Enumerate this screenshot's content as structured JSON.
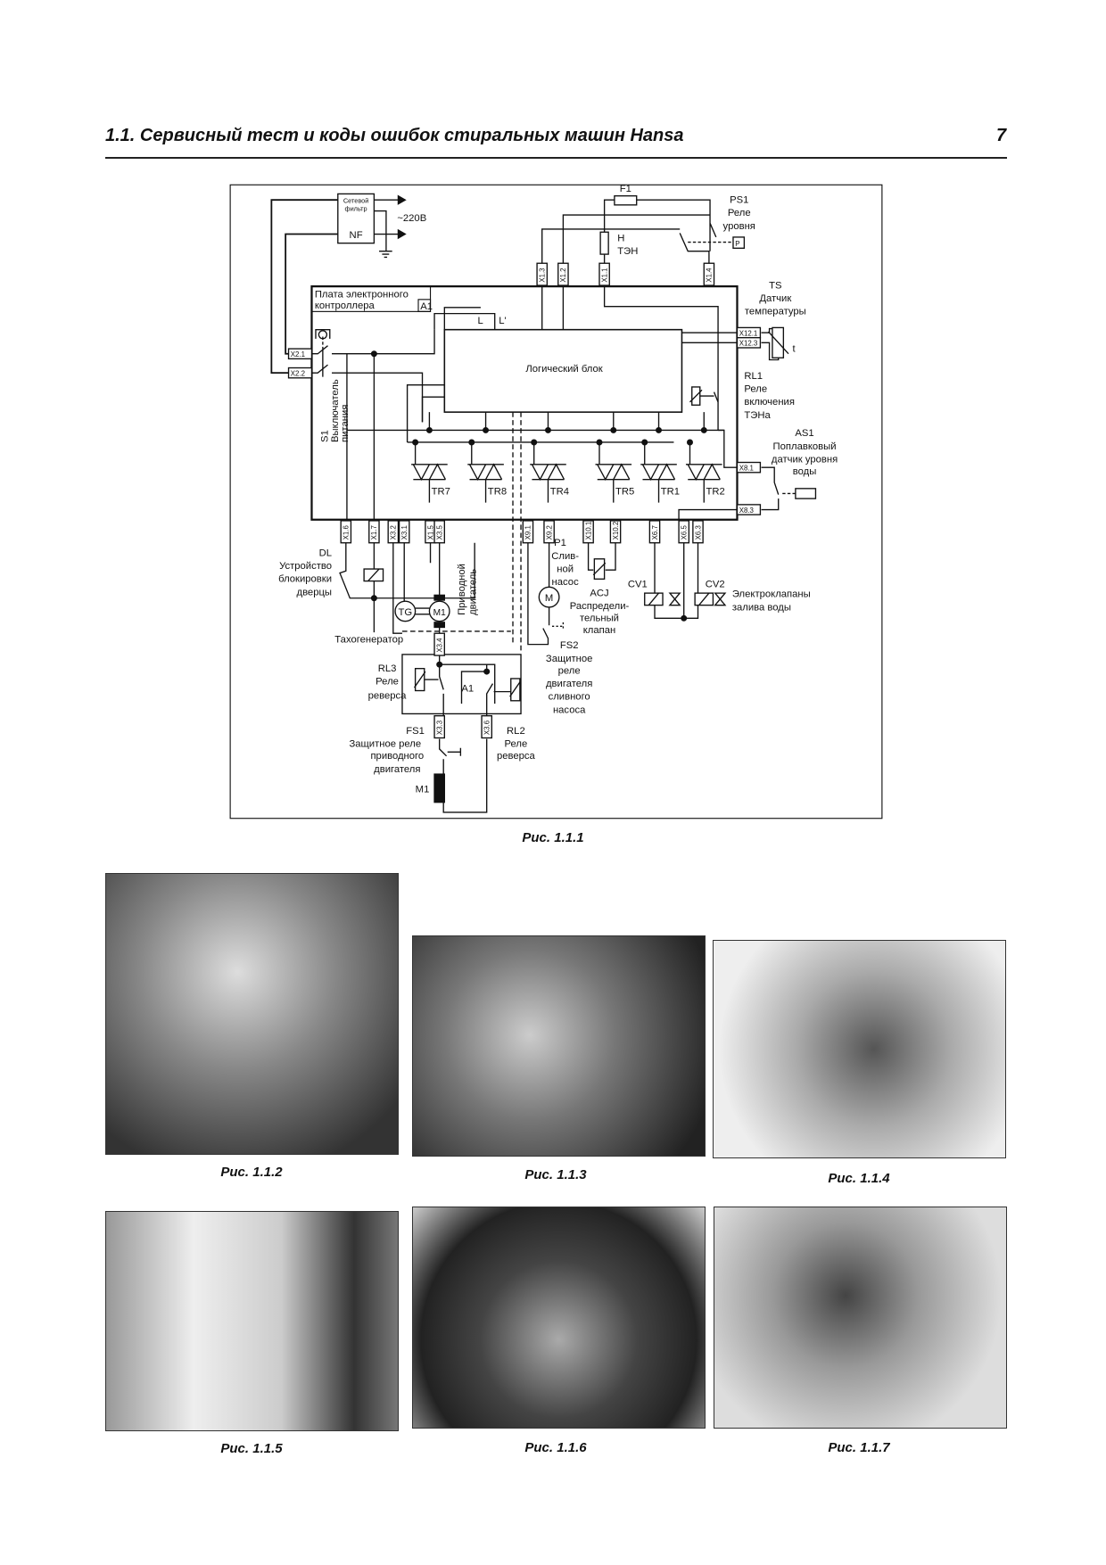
{
  "header": {
    "title": "1.1. Сервисный тест и коды ошибок стиральных машин Hansa",
    "page_number": "7"
  },
  "diagram": {
    "filter": {
      "line1": "Сетевой",
      "line2": "фильтр",
      "code": "NF",
      "voltage": "~220В"
    },
    "board": {
      "line1": "Плата электронного",
      "line2": "контроллера",
      "code": "A1",
      "L": "L",
      "L2": "L'"
    },
    "logic_block": "Логический блок",
    "F1": "F1",
    "heater": {
      "code": "H",
      "name": "ТЭН"
    },
    "PS1": {
      "code": "PS1",
      "line1": "Реле",
      "line2": "уровня",
      "P": "P"
    },
    "TS": {
      "code": "TS",
      "line1": "Датчик",
      "line2": "температуры",
      "t": "t"
    },
    "RL1": {
      "code": "RL1",
      "line1": "Реле",
      "line2": "включения",
      "line3": "ТЭНа"
    },
    "AS1": {
      "code": "AS1",
      "line1": "Поплавковый",
      "line2": "датчик уровня",
      "line3": "воды"
    },
    "S1": {
      "code": "S1",
      "line1": "Выключатель",
      "line2": "питания"
    },
    "triacs": [
      "TR7",
      "TR8",
      "TR4",
      "TR5",
      "TR1",
      "TR2"
    ],
    "connectors_top": [
      "X1.3",
      "X1.2",
      "X1.1",
      "X1.4"
    ],
    "connectors_left": [
      "X2.1",
      "X2.2"
    ],
    "connectors_right": [
      "X12.1",
      "X12.3",
      "X8.1",
      "X8.3"
    ],
    "connectors_bottom": [
      "X1.6",
      "X1.7",
      "X3.2",
      "X3.1",
      "X1.5",
      "X3.5",
      "X9.1",
      "X9.2",
      "X10.1",
      "X10.2",
      "X6.7",
      "X6.5",
      "X6.3"
    ],
    "connectors_relay": [
      "X3.4",
      "X3.3",
      "X3.6"
    ],
    "DL": {
      "code": "DL",
      "line1": "Устройство",
      "line2": "блокировки",
      "line3": "дверцы"
    },
    "TG": "TG",
    "M1": "M1",
    "tacho": "Тахогенератор",
    "motor": {
      "line1": "Приводной",
      "line2": "двигатель"
    },
    "P1": {
      "code": "P1",
      "line1": "Слив-",
      "line2": "ной",
      "line3": "насос",
      "M": "M"
    },
    "ACJ": {
      "code": "ACJ",
      "line1": "Распредели-",
      "line2": "тельный",
      "line3": "клапан"
    },
    "FS2": {
      "code": "FS2",
      "line1": "Защитное",
      "line2": "реле",
      "line3": "двигателя",
      "line4": "сливного",
      "line5": "насоса"
    },
    "CV1": "CV1",
    "CV2": "CV2",
    "valves": {
      "line1": "Электроклапаны",
      "line2": "залива воды"
    },
    "RL3": {
      "code": "RL3",
      "line1": "Реле",
      "line2": "реверса"
    },
    "A1": "A1",
    "FS1": {
      "code": "FS1",
      "line1": "Защитное реле",
      "line2": "приводного",
      "line3": "двигателя"
    },
    "RL2": {
      "code": "RL2",
      "line1": "Реле",
      "line2": "реверса"
    },
    "M1_label": "M1"
  },
  "captions": [
    "Рис. 1.1.1",
    "Рис. 1.1.2",
    "Рис. 1.1.3",
    "Рис. 1.1.4",
    "Рис. 1.1.5",
    "Рис. 1.1.6",
    "Рис. 1.1.7"
  ]
}
